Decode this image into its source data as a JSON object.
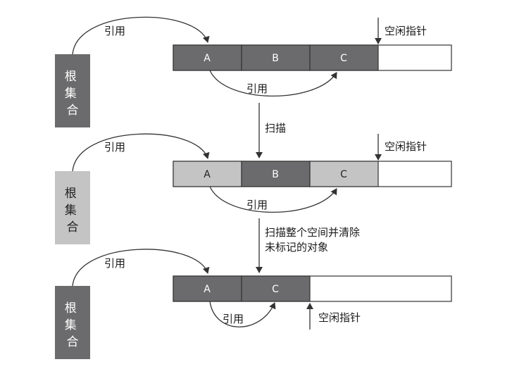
{
  "colors": {
    "dark": "#6b6b6d",
    "light": "#c4c4c4",
    "stroke": "#333333",
    "text_on_dark": "#ffffff",
    "text_on_light": "#222222"
  },
  "stages": [
    {
      "root": {
        "label": "根集合",
        "color": "dark"
      },
      "ref_root": "引用",
      "cells": [
        {
          "label": "A",
          "color": "dark"
        },
        {
          "label": "B",
          "color": "dark"
        },
        {
          "label": "C",
          "color": "dark"
        }
      ],
      "ref_inner": "引用",
      "free_pointer": "空闲指针"
    },
    {
      "root": {
        "label": "根集合",
        "color": "light"
      },
      "ref_root": "引用",
      "cells": [
        {
          "label": "A",
          "color": "light"
        },
        {
          "label": "B",
          "color": "dark"
        },
        {
          "label": "C",
          "color": "light"
        }
      ],
      "ref_inner": "引用",
      "free_pointer": "空闲指针"
    },
    {
      "root": {
        "label": "根集合",
        "color": "dark"
      },
      "ref_root": "引用",
      "cells": [
        {
          "label": "A",
          "color": "dark"
        },
        {
          "label": "C",
          "color": "dark"
        }
      ],
      "ref_inner": "引用",
      "free_pointer": "空闲指针"
    }
  ],
  "transitions": [
    {
      "lines": [
        "扫描"
      ]
    },
    {
      "lines": [
        "扫描整个空间并清除",
        "未标记的对象"
      ]
    }
  ]
}
